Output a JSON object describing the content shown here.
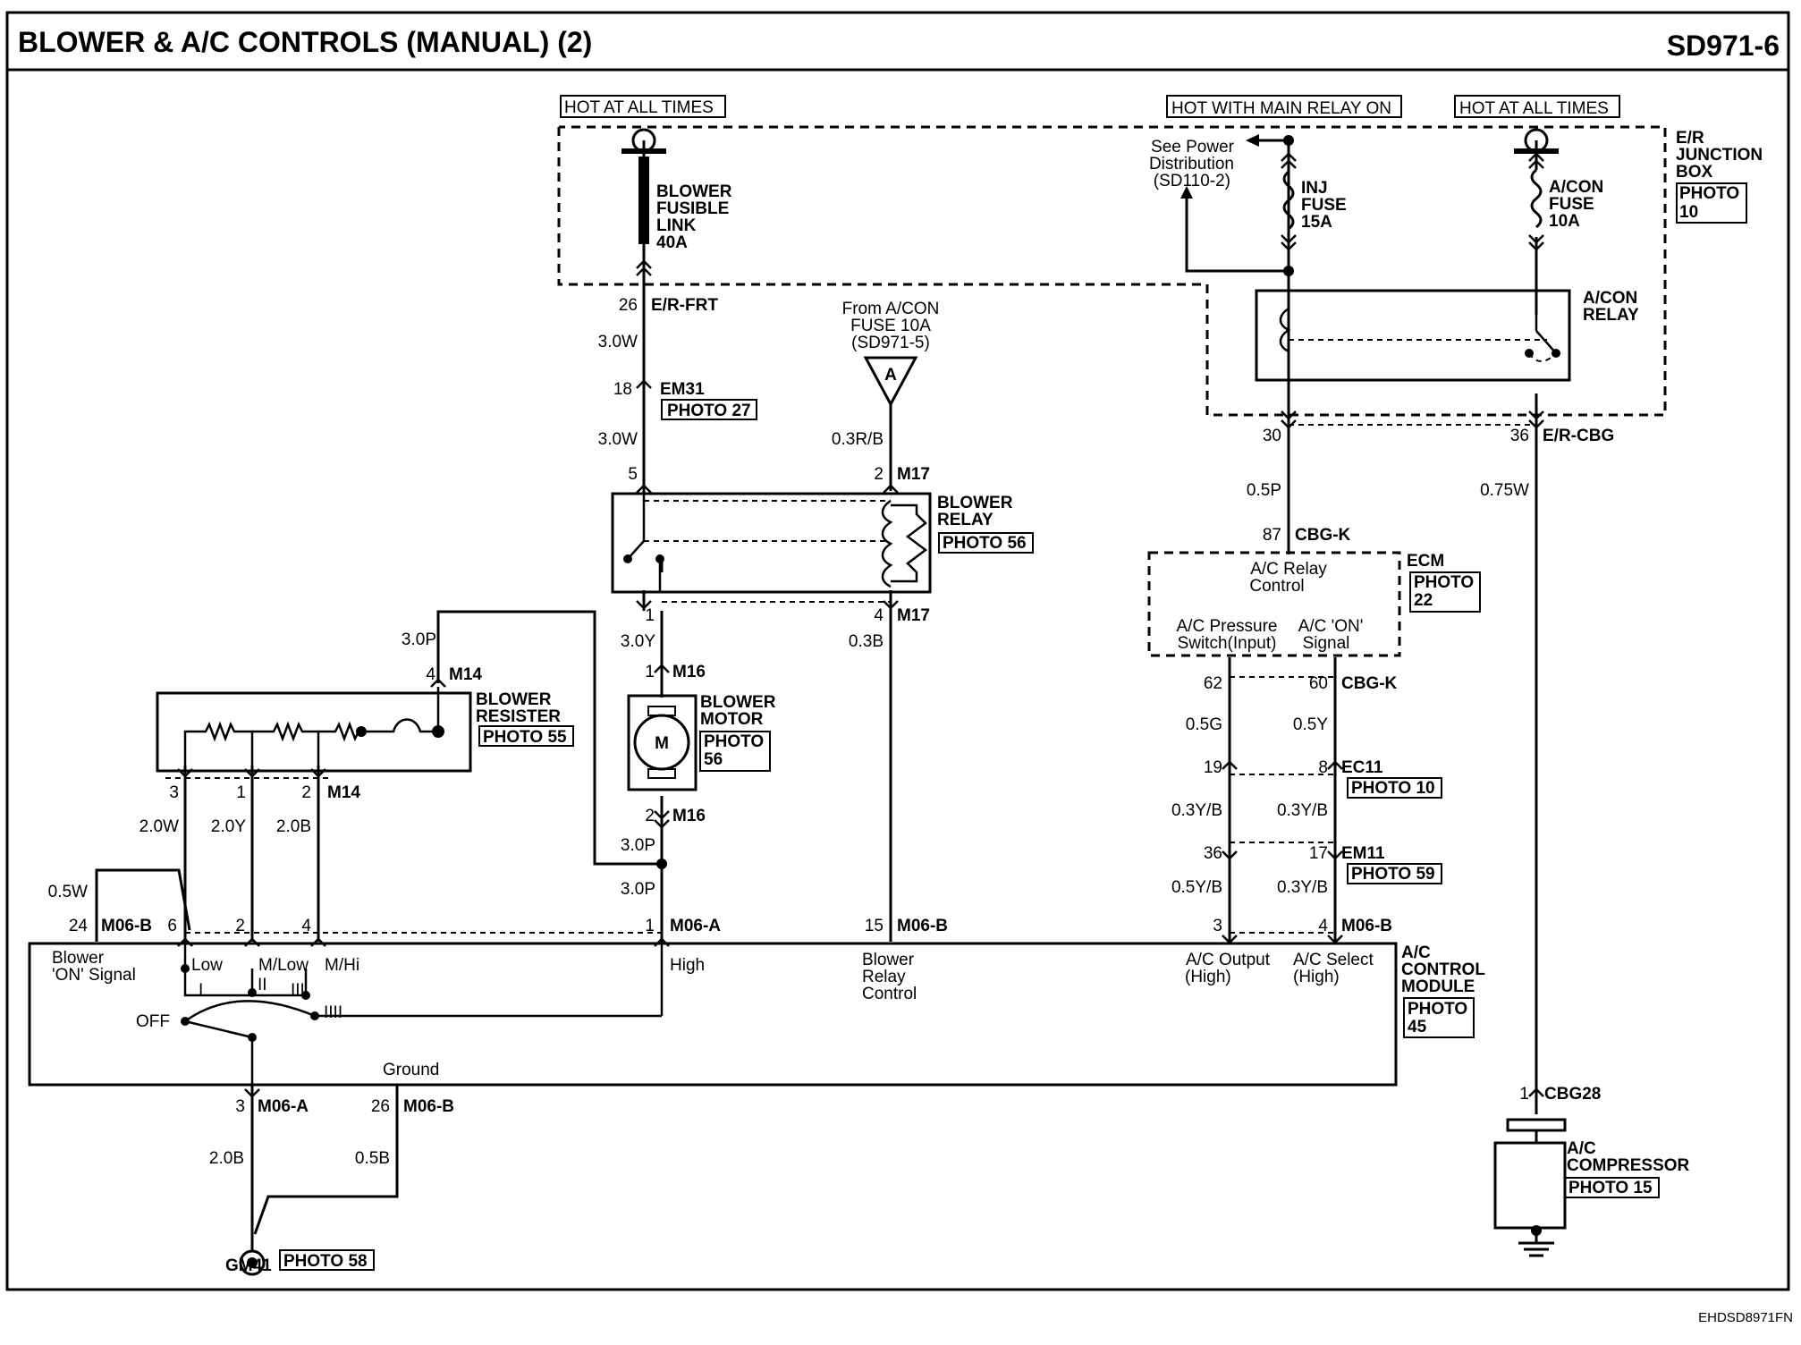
{
  "header": {
    "title": "BLOWER & A/C CONTROLS (MANUAL) (2)",
    "code": "SD971-6"
  },
  "footer": {
    "ref": "EHDSD8971FN"
  },
  "labels": [
    "HOT AT ALL TIMES",
    "HOT WITH MAIN RELAY ON",
    "HOT AT ALL TIMES",
    "BLOWER",
    "FUSIBLE",
    "LINK",
    "40A",
    "See Power",
    "Distribution",
    "(SD110-2)",
    "INJ",
    "FUSE",
    "15A",
    "A/CON",
    "FUSE",
    "10A",
    "E/R",
    "JUNCTION",
    "BOX",
    "PHOTO",
    "10",
    "A/CON",
    "RELAY",
    "26",
    "E/R-FRT",
    "3.0W",
    "18",
    "EM31",
    "PHOTO 27",
    "3.0W",
    "From A/CON",
    "FUSE 10A",
    "(SD971-5)",
    "A",
    "0.3R/B",
    "5",
    "2",
    "M17",
    "BLOWER",
    "RELAY",
    "PHOTO 56",
    "1",
    "4",
    "M17",
    "3.0Y",
    "0.3B",
    "1",
    "M16",
    "BLOWER",
    "MOTOR",
    "PHOTO",
    "56",
    "M",
    "2",
    "M16",
    "3.0P",
    "3.0P",
    "3.0P",
    "4",
    "M14",
    "BLOWER",
    "RESISTER",
    "PHOTO 55",
    "3",
    "1",
    "2",
    "M14",
    "2.0W",
    "2.0Y",
    "2.0B",
    "0.5W",
    "24",
    "M06-B",
    "6",
    "2",
    "4",
    "1",
    "M06-A",
    "15",
    "M06-B",
    "3",
    "4",
    "M06-B",
    "Blower",
    "'ON' Signal",
    "Low",
    "M/Low",
    "M/Hi",
    "High",
    "I",
    "II",
    "III",
    "IIII",
    "OFF",
    "Ground",
    "Blower",
    "Relay",
    "Control",
    "A/C Output",
    "(High)",
    "A/C Select",
    "(High)",
    "A/C",
    "CONTROL",
    "MODULE",
    "PHOTO",
    "45",
    "3",
    "M06-A",
    "26",
    "M06-B",
    "2.0B",
    "0.5B",
    "GM41",
    "PHOTO 58",
    "30",
    "36",
    "E/R-CBG",
    "0.5P",
    "0.75W",
    "87",
    "CBG-K",
    "ECM",
    "PHOTO",
    "22",
    "A/C Relay",
    "Control",
    "A/C Pressure",
    "Switch(Input)",
    "A/C 'ON'",
    "Signal",
    "62",
    "60",
    "CBG-K",
    "0.5G",
    "0.5Y",
    "19",
    "8",
    "EC11",
    "PHOTO 10",
    "0.3Y/B",
    "0.3Y/B",
    "36",
    "17",
    "EM11",
    "PHOTO 59",
    "0.5Y/B",
    "0.3Y/B",
    "1",
    "CBG28",
    "A/C",
    "COMPRESSOR",
    "PHOTO 15"
  ]
}
